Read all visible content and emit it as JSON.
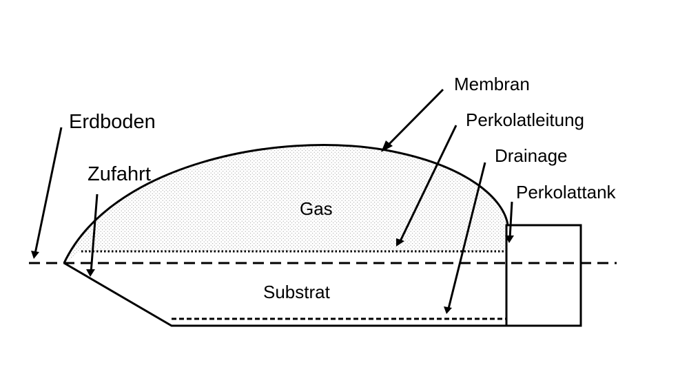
{
  "labels": {
    "membrane": "Membran",
    "percolate_pipe": "Perkolatleitung",
    "drainage": "Drainage",
    "percolate_tank": "Perkolattank",
    "ground": "Erdboden",
    "driveway": "Zufahrt",
    "gas": "Gas",
    "substrate": "Substrat"
  },
  "colors": {
    "stroke": "#000000",
    "gas_stipple": "#8a8a8a",
    "background": "#ffffff"
  }
}
